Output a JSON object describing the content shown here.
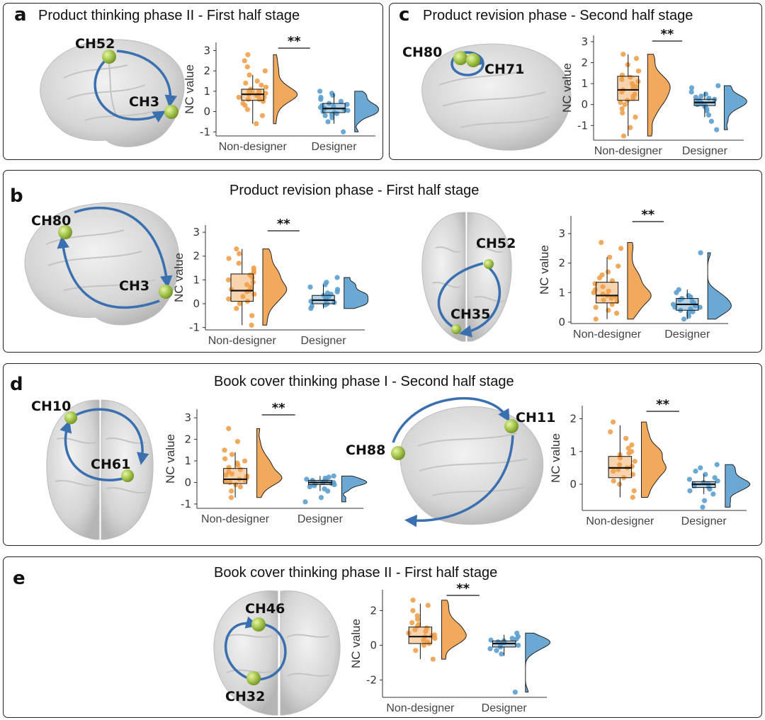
{
  "panels": [
    {
      "letter": "a",
      "title": "Product thinking phase II - First half stage",
      "channels": [
        "CH52",
        "CH3"
      ]
    },
    {
      "letter": "c",
      "title": "Product revision phase - Second half stage",
      "channels": [
        "CH80",
        "CH71"
      ]
    },
    {
      "letter": "b",
      "title": "Product revision phase - First half stage",
      "channels": [
        "CH80",
        "CH3",
        "CH52",
        "CH35"
      ]
    },
    {
      "letter": "d",
      "title": "Book cover thinking phase I - Second half stage",
      "channels": [
        "CH10",
        "CH61",
        "CH88",
        "CH11"
      ]
    },
    {
      "letter": "e",
      "title": "Book cover  thinking phase II - First half stage",
      "channels": [
        "CH46",
        "CH32"
      ]
    }
  ],
  "colors": {
    "nondesigner": "#f0a04b",
    "designer": "#5b9fcf",
    "node": "#a4c54c",
    "arrow": "#3a6fb0",
    "border": "#222222"
  },
  "chart_data": [
    {
      "id": "a",
      "type": "raincloud",
      "ylabel": "NC value",
      "ylim": [
        -1.2,
        3.4
      ],
      "yticks": [
        -1,
        0,
        1,
        2,
        3
      ],
      "categories": [
        "Non-designer",
        "Designer"
      ],
      "significance": "**",
      "groups": [
        {
          "name": "Non-designer",
          "q1": 0.55,
          "median": 0.85,
          "q3": 1.1,
          "whisker_low": -0.6,
          "whisker_high": 1.8,
          "points": [
            2.8,
            2.5,
            2.0,
            1.8,
            1.5,
            1.4,
            1.2,
            1.1,
            1.0,
            0.95,
            0.9,
            0.9,
            0.85,
            0.8,
            0.8,
            0.7,
            0.7,
            0.6,
            0.5,
            0.4,
            0.3,
            0.1,
            -0.2,
            -0.6,
            1.3,
            0.6,
            2.2,
            1.0
          ]
        },
        {
          "name": "Designer",
          "q1": -0.05,
          "median": 0.15,
          "q3": 0.4,
          "whisker_low": -0.6,
          "whisker_high": 0.9,
          "points": [
            1.0,
            0.9,
            0.8,
            0.6,
            0.5,
            0.4,
            0.35,
            0.3,
            0.2,
            0.15,
            0.1,
            0.05,
            0.0,
            -0.05,
            -0.1,
            -0.2,
            -0.3,
            -0.5,
            -1.0,
            0.7,
            0.25,
            -0.15
          ]
        }
      ]
    },
    {
      "id": "c",
      "type": "raincloud",
      "ylabel": "NC value",
      "ylim": [
        -1.7,
        3.3
      ],
      "yticks": [
        -1,
        0,
        1,
        2,
        3
      ],
      "categories": [
        "Non-designer",
        "Designer"
      ],
      "significance": "**",
      "groups": [
        {
          "name": "Non-designer",
          "q1": 0.2,
          "median": 0.7,
          "q3": 1.35,
          "whisker_low": -1.5,
          "whisker_high": 2.4,
          "points": [
            2.4,
            2.2,
            1.9,
            1.6,
            1.4,
            1.3,
            1.1,
            1.0,
            0.9,
            0.8,
            0.7,
            0.6,
            0.5,
            0.4,
            0.3,
            0.2,
            0.1,
            0.0,
            -0.2,
            -0.4,
            -0.6,
            -1.1,
            -1.5,
            1.2,
            0.85
          ]
        },
        {
          "name": "Designer",
          "q1": -0.05,
          "median": 0.1,
          "q3": 0.25,
          "whisker_low": -0.6,
          "whisker_high": 0.6,
          "points": [
            0.9,
            0.8,
            0.6,
            0.5,
            0.4,
            0.3,
            0.25,
            0.2,
            0.1,
            0.05,
            0.0,
            -0.05,
            -0.1,
            -0.2,
            -0.3,
            -0.5,
            -0.8,
            -1.2,
            0.15,
            0.35
          ]
        }
      ]
    },
    {
      "id": "b1",
      "type": "raincloud",
      "ylabel": "NC value",
      "ylim": [
        -1.1,
        3.3
      ],
      "yticks": [
        -1,
        0,
        1,
        2,
        3
      ],
      "categories": [
        "Non-designer",
        "Designer"
      ],
      "significance": "**",
      "groups": [
        {
          "name": "Non-designer",
          "q1": 0.1,
          "median": 0.55,
          "q3": 1.25,
          "whisker_low": -0.9,
          "whisker_high": 2.3,
          "points": [
            2.3,
            2.1,
            1.9,
            1.7,
            1.5,
            1.3,
            1.2,
            1.1,
            1.0,
            0.9,
            0.8,
            0.7,
            0.6,
            0.55,
            0.5,
            0.4,
            0.3,
            0.2,
            0.1,
            0.0,
            -0.2,
            -0.5,
            -0.9,
            1.4,
            0.65
          ]
        },
        {
          "name": "Designer",
          "q1": 0.0,
          "median": 0.15,
          "q3": 0.35,
          "whisker_low": -0.2,
          "whisker_high": 0.8,
          "points": [
            1.1,
            0.9,
            0.8,
            0.7,
            0.6,
            0.5,
            0.4,
            0.35,
            0.3,
            0.2,
            0.15,
            0.1,
            0.05,
            0.0,
            -0.05,
            -0.1,
            -0.2,
            0.25,
            0.45
          ]
        }
      ]
    },
    {
      "id": "b2",
      "type": "raincloud",
      "ylabel": "NC value",
      "ylim": [
        -0.05,
        3.6
      ],
      "yticks": [
        0,
        1,
        2,
        3
      ],
      "categories": [
        "Non-designer",
        "Designer"
      ],
      "significance": "**",
      "groups": [
        {
          "name": "Non-designer",
          "q1": 0.65,
          "median": 0.9,
          "q3": 1.35,
          "whisker_low": 0.1,
          "whisker_high": 2.2,
          "points": [
            2.7,
            2.5,
            2.2,
            1.9,
            1.7,
            1.5,
            1.4,
            1.3,
            1.2,
            1.1,
            1.0,
            0.95,
            0.9,
            0.85,
            0.8,
            0.75,
            0.7,
            0.6,
            0.5,
            0.4,
            0.3,
            0.1,
            1.6,
            1.05
          ]
        },
        {
          "name": "Designer",
          "q1": 0.4,
          "median": 0.6,
          "q3": 0.8,
          "whisker_low": 0.1,
          "whisker_high": 1.1,
          "points": [
            2.35,
            1.1,
            1.0,
            0.9,
            0.85,
            0.8,
            0.7,
            0.65,
            0.6,
            0.55,
            0.5,
            0.45,
            0.4,
            0.35,
            0.3,
            0.2,
            0.1,
            0.75,
            0.5
          ]
        }
      ]
    },
    {
      "id": "d1",
      "type": "raincloud",
      "ylabel": "NC value",
      "ylim": [
        -1.2,
        3.4
      ],
      "yticks": [
        -1,
        0,
        1,
        2,
        3
      ],
      "categories": [
        "Non-designer",
        "Designer"
      ],
      "significance": "**",
      "groups": [
        {
          "name": "Non-designer",
          "q1": -0.05,
          "median": 0.15,
          "q3": 0.65,
          "whisker_low": -0.7,
          "whisker_high": 1.4,
          "points": [
            2.5,
            1.9,
            1.5,
            1.3,
            1.1,
            0.9,
            0.8,
            0.7,
            0.6,
            0.5,
            0.4,
            0.3,
            0.25,
            0.2,
            0.15,
            0.1,
            0.05,
            0.0,
            -0.1,
            -0.2,
            -0.4,
            -0.7,
            1.0,
            0.35
          ]
        },
        {
          "name": "Designer",
          "q1": -0.1,
          "median": 0.0,
          "q3": 0.1,
          "whisker_low": -0.4,
          "whisker_high": 0.3,
          "points": [
            0.3,
            0.25,
            0.2,
            0.15,
            0.1,
            0.05,
            0.0,
            0.0,
            -0.05,
            -0.1,
            -0.15,
            -0.2,
            -0.3,
            -0.4,
            -0.7,
            -0.9,
            0.1,
            -0.05
          ]
        }
      ]
    },
    {
      "id": "d2",
      "type": "raincloud",
      "ylabel": "NC value",
      "ylim": [
        -0.8,
        2.4
      ],
      "yticks": [
        0,
        1,
        2
      ],
      "categories": [
        "Non-designer",
        "Designer"
      ],
      "significance": "**",
      "groups": [
        {
          "name": "Non-designer",
          "q1": 0.2,
          "median": 0.5,
          "q3": 0.85,
          "whisker_low": -0.4,
          "whisker_high": 1.8,
          "points": [
            1.9,
            1.6,
            1.4,
            1.2,
            1.1,
            1.0,
            0.9,
            0.8,
            0.7,
            0.6,
            0.5,
            0.45,
            0.4,
            0.3,
            0.2,
            0.1,
            0.0,
            -0.2,
            -0.4,
            0.95,
            0.55
          ]
        },
        {
          "name": "Designer",
          "q1": -0.1,
          "median": 0.0,
          "q3": 0.08,
          "whisker_low": -0.3,
          "whisker_high": 0.3,
          "points": [
            0.6,
            0.5,
            0.4,
            0.3,
            0.2,
            0.1,
            0.05,
            0.0,
            0.0,
            -0.05,
            -0.1,
            -0.15,
            -0.2,
            -0.3,
            -0.5,
            -0.7,
            0.15
          ]
        }
      ]
    },
    {
      "id": "e",
      "type": "raincloud",
      "ylabel": "NC value",
      "ylim": [
        -3.0,
        3.2
      ],
      "yticks": [
        -2,
        0,
        2
      ],
      "categories": [
        "Non-designer",
        "Designer"
      ],
      "significance": "**",
      "groups": [
        {
          "name": "Non-designer",
          "q1": 0.1,
          "median": 0.5,
          "q3": 1.05,
          "whisker_low": -0.8,
          "whisker_high": 2.4,
          "points": [
            2.6,
            2.3,
            2.0,
            1.7,
            1.5,
            1.3,
            1.1,
            1.0,
            0.9,
            0.8,
            0.7,
            0.6,
            0.5,
            0.4,
            0.3,
            0.2,
            0.1,
            0.0,
            -0.3,
            -0.8,
            1.2,
            0.55
          ]
        },
        {
          "name": "Designer",
          "q1": -0.1,
          "median": 0.1,
          "q3": 0.25,
          "whisker_low": -0.6,
          "whisker_high": 0.6,
          "points": [
            0.7,
            0.5,
            0.4,
            0.3,
            0.25,
            0.2,
            0.1,
            0.05,
            0.0,
            -0.1,
            -0.2,
            -0.3,
            -0.5,
            -2.7,
            0.15,
            0.35
          ]
        }
      ]
    }
  ]
}
